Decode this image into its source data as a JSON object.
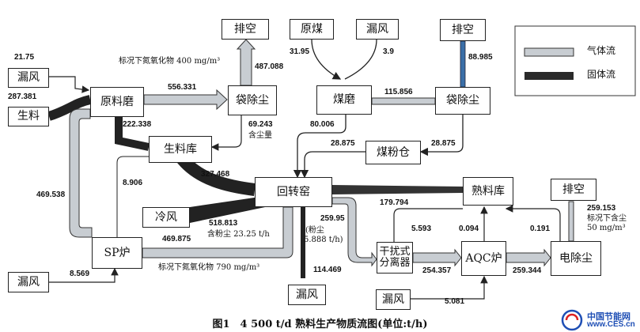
{
  "nodes": {
    "raw_mill": "原料磨",
    "bag_filter_1": "袋除尘",
    "exhaust_1": "排空",
    "leak_air_1": "漏风",
    "raw_meal_in": "生料",
    "raw_meal_silo": "生料库",
    "rotary_kiln": "回转窑",
    "cold_air": "冷风",
    "sp_furnace": "SP炉",
    "leak_air_2": "漏风",
    "raw_coal": "原煤",
    "leak_air_3": "漏风",
    "coal_mill": "煤磨",
    "bag_filter_2": "袋除尘",
    "exhaust_2": "排空",
    "coal_bin": "煤粉仓",
    "clinker_silo": "熟料库",
    "separator": "干扰式\n分离器",
    "aqc_furnace": "AQC炉",
    "esp": "电除尘",
    "exhaust_3": "排空",
    "leak_air_4": "漏风",
    "leak_air_5": "漏风"
  },
  "legend": {
    "gas": "气体流",
    "solid": "固体流"
  },
  "flows": {
    "f_21_75": "21.75",
    "f_287_381": "287.381",
    "f_556_331": "556.331",
    "f_487_088": "487.088",
    "f_69_243": "69.243",
    "f_222_338": "222.338",
    "f_469_538": "469.538",
    "f_8_906": "8.906",
    "f_327_468": "327.468",
    "f_518_813": "518.813",
    "f_469_875": "469.875",
    "f_8_569": "8.569",
    "f_31_95": "31.95",
    "f_3_9": "3.9",
    "f_88_985": "88.985",
    "f_115_856": "115.856",
    "f_80_006": "80.006",
    "f_28_875_a": "28.875",
    "f_28_875_b": "28.875",
    "f_179_794": "179.794",
    "f_259_95": "259.95",
    "f_114_469": "114.469",
    "f_5_593": "5.593",
    "f_0_094": "0.094",
    "f_0_191": "0.191",
    "f_254_357": "254.357",
    "f_259_344": "259.344",
    "f_259_153": "259.153",
    "f_5_081": "5.081"
  },
  "notes": {
    "nox_400": "标况下氮氧化物 400 mg/m³",
    "dust_label": "含尘量",
    "dust_23_25": "含粉尘 23.25 t/h",
    "nox_790": "标况下氮氧化物 790 mg/m³",
    "dust_5888_1": "(粉尘",
    "dust_5888_2": "5.888 t/h)",
    "std_dust_1": "标况下含尘",
    "std_dust_2": "50 mg/m³"
  },
  "caption": "图1　4 500 t/d 熟料生产物质流图(单位:t/h)",
  "watermark": {
    "line1": "中国节能网",
    "line2": "www.CES.cn"
  },
  "colors": {
    "gas_fill": "#c8cdd2",
    "solid_fill": "#222222",
    "outline": "#333333",
    "exhaust_blue": "#3a6fa8",
    "logo_blue": "#1f4fb5"
  }
}
